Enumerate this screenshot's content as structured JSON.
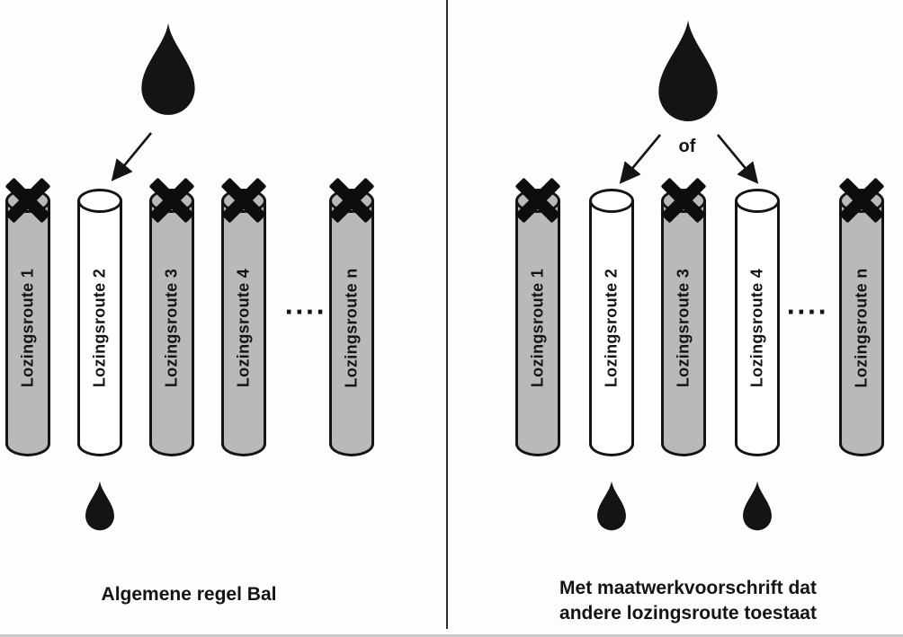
{
  "panels": {
    "left": {
      "caption": "Algemene regel Bal",
      "dots": "····",
      "routes": [
        {
          "label": "Lozingsroute 1",
          "blocked": true,
          "open": false,
          "drop_below": false
        },
        {
          "label": "Lozingsroute 2",
          "blocked": false,
          "open": true,
          "drop_below": true
        },
        {
          "label": "Lozingsroute 3",
          "blocked": true,
          "open": false,
          "drop_below": false
        },
        {
          "label": "Lozingsroute 4",
          "blocked": true,
          "open": false,
          "drop_below": false
        },
        {
          "label": "Lozingsroute n",
          "blocked": true,
          "open": false,
          "drop_below": false
        }
      ]
    },
    "right": {
      "or_label": "of",
      "caption_line1": "Met maatwerkvoorschrift dat",
      "caption_line2": "andere lozingsroute toestaat",
      "dots": "····",
      "routes": [
        {
          "label": "Lozingsroute 1",
          "blocked": true,
          "open": false,
          "drop_below": false
        },
        {
          "label": "Lozingsroute 2",
          "blocked": false,
          "open": true,
          "drop_below": true
        },
        {
          "label": "Lozingsroute 3",
          "blocked": true,
          "open": false,
          "drop_below": false
        },
        {
          "label": "Lozingsroute 4",
          "blocked": false,
          "open": true,
          "drop_below": true
        },
        {
          "label": "Lozingsroute n",
          "blocked": true,
          "open": false,
          "drop_below": false
        }
      ]
    }
  },
  "icons": {
    "big_drop": "water-drop",
    "small_drop": "water-drop",
    "blocked_mark": "x-mark",
    "arrow": "diagonal-arrow"
  },
  "colors": {
    "ink": "#141414",
    "tube_blocked_fill": "#b9b9b9",
    "tube_open_fill": "#ffffff",
    "background": "#ffffff"
  }
}
